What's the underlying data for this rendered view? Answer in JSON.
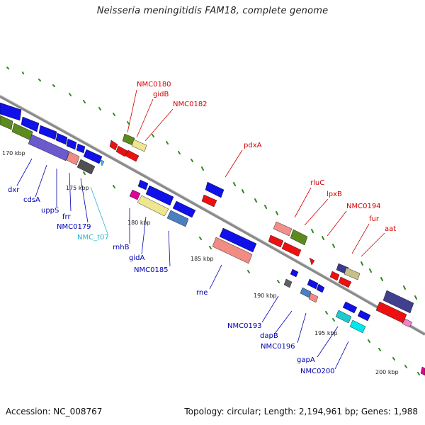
{
  "title": "Neisseria meningitidis FAM18, complete genome",
  "footer": {
    "accession": "Accession: NC_008767",
    "summary": "Topology: circular; Length: 2,194,961 bp; Genes: 1,988"
  },
  "colors": {
    "backbone": "#8a8a8a",
    "tick_green": "#2e7d1e",
    "forward_label": "#d40000",
    "reverse_label": "#0000b0",
    "rna_label": "#20b8d0"
  },
  "scale_ticks": [
    "170 kbp",
    "175 kbp",
    "180 kbp",
    "185 kbp",
    "190 kbp",
    "195 kbp",
    "200 kbp"
  ],
  "forward_genes": [
    "NMC0180",
    "gidB",
    "NMC0182",
    "pdxA",
    "rluC",
    "lpxB",
    "NMC0194",
    "fur",
    "aat"
  ],
  "reverse_genes": [
    "dxr",
    "cdsA",
    "uppS",
    "frr",
    "NMC0179",
    "NMC_t07",
    "rnhB",
    "gidA",
    "NMC0185",
    "rne",
    "NMC0193",
    "dapB",
    "NMC0196",
    "gapA",
    "NMC0200"
  ]
}
